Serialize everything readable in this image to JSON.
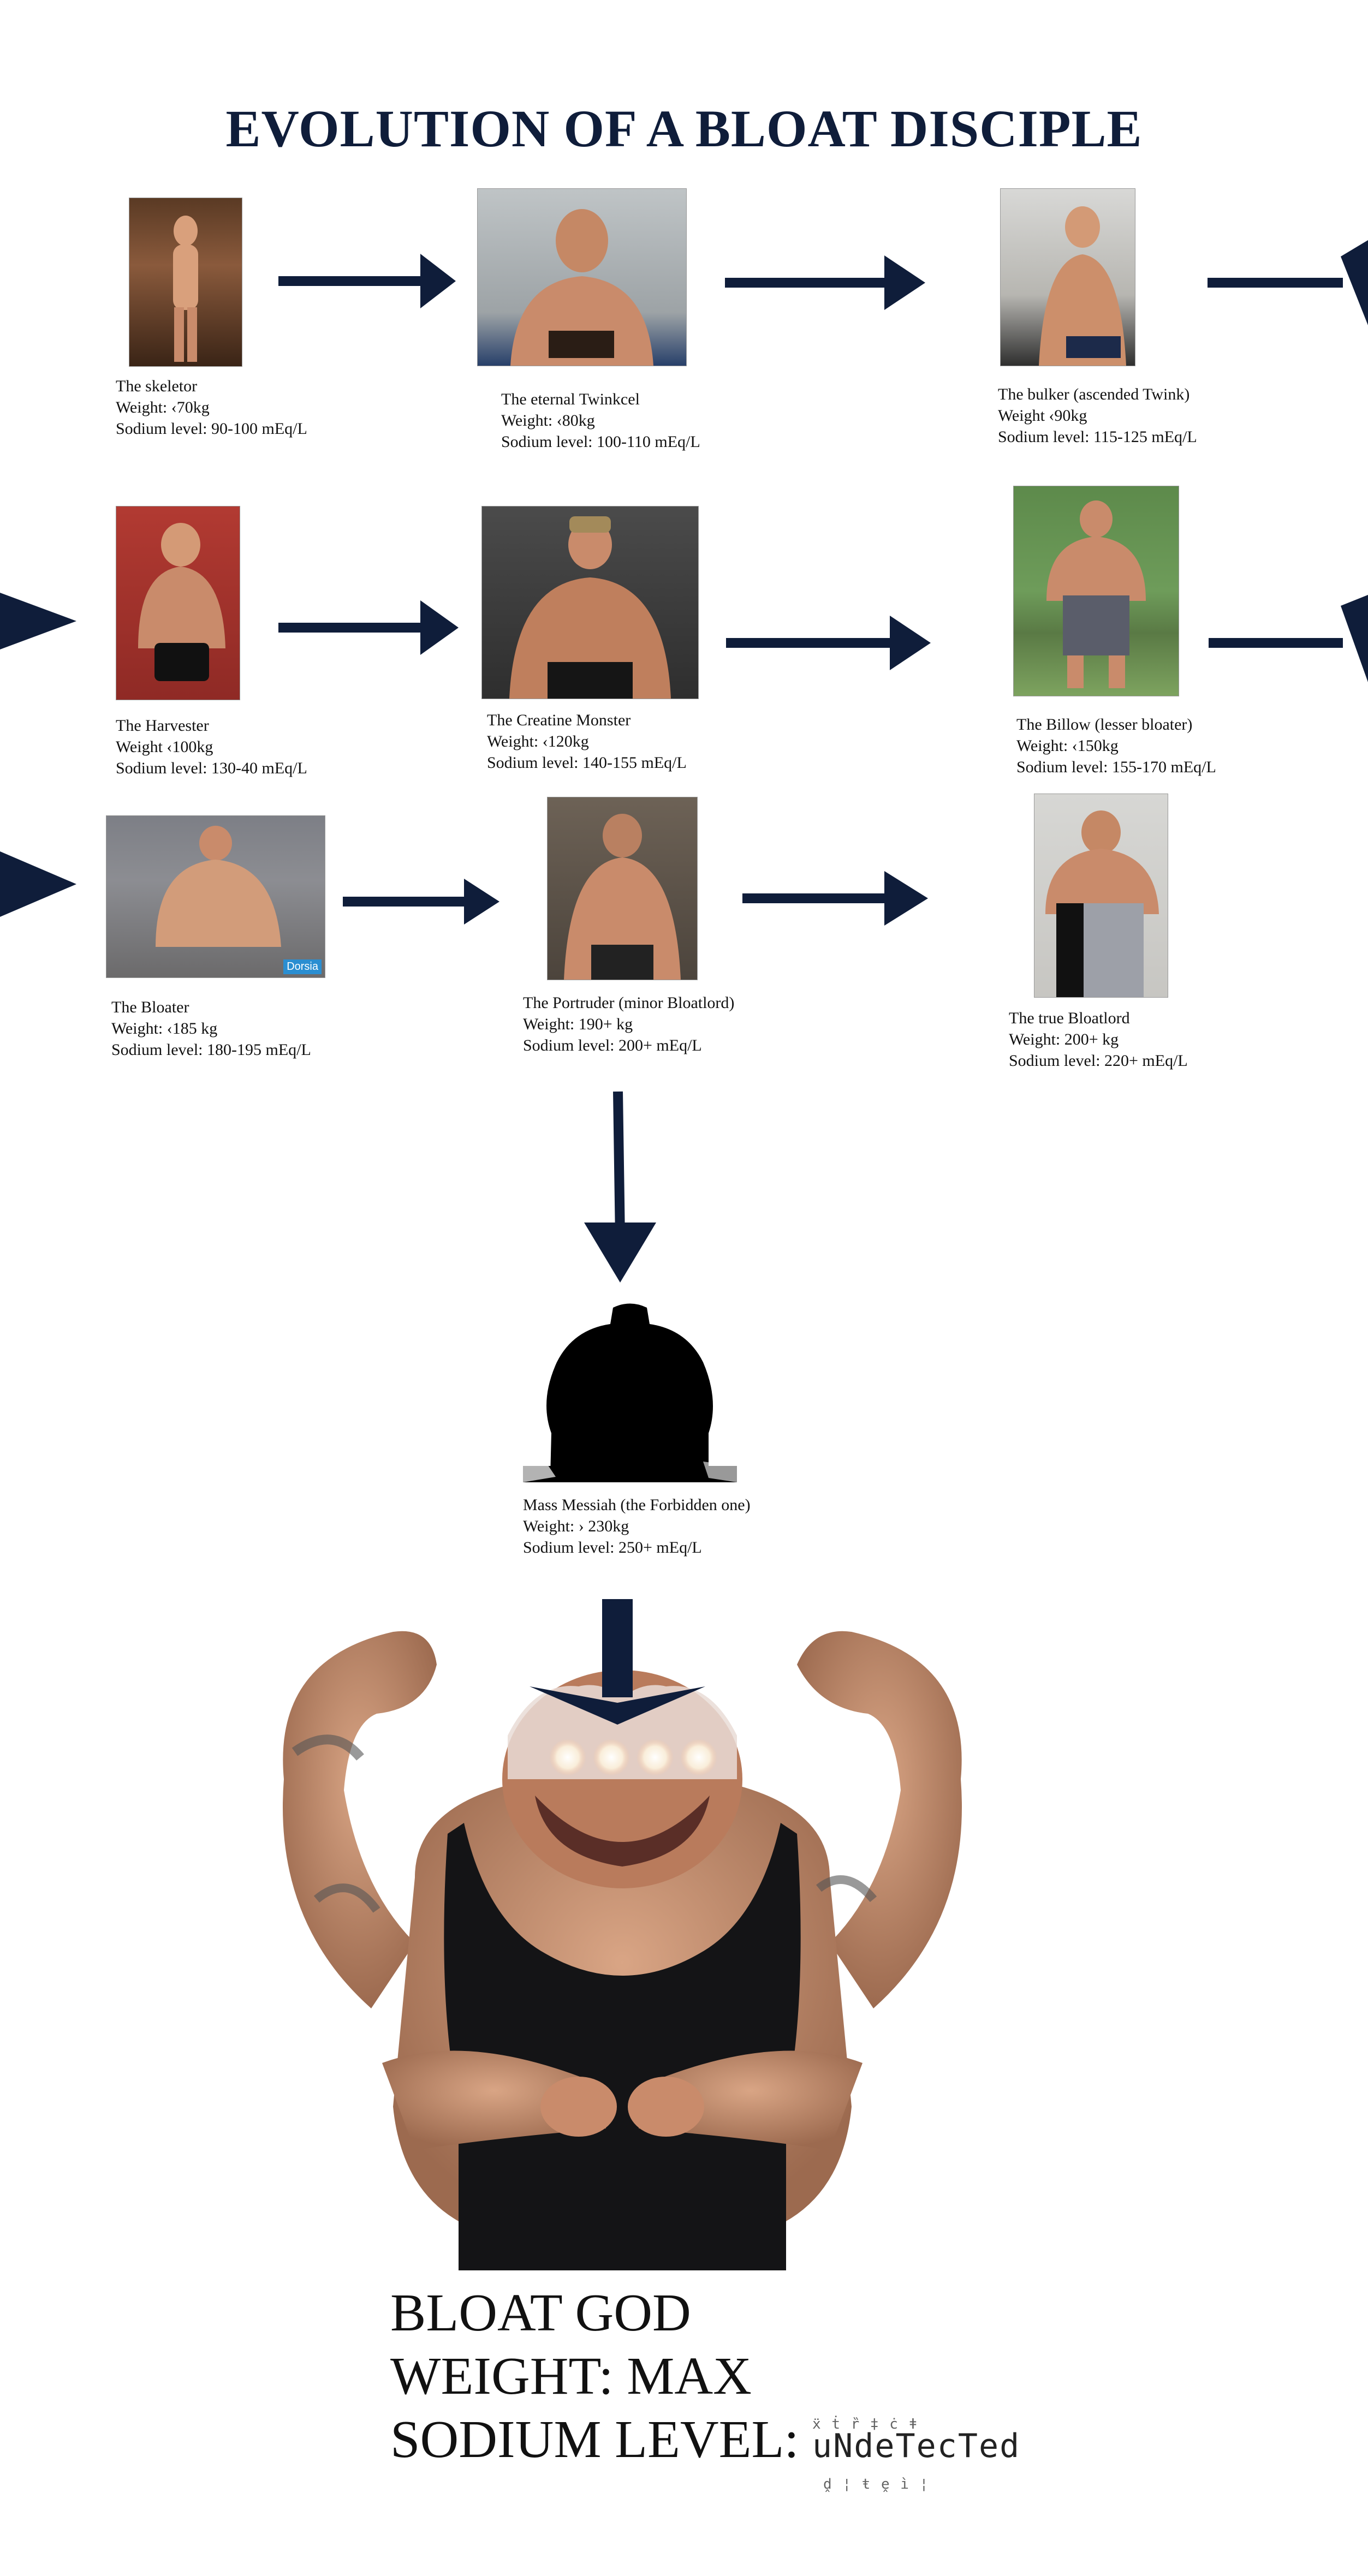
{
  "title": "EVOLUTION OF A BLOAT DISCIPLE",
  "stages": [
    {
      "name": "The skeletor",
      "weight": "Weight: ‹70kg",
      "sodium": "Sodium level: 90-100 mEq/L"
    },
    {
      "name": "The eternal Twinkcel",
      "weight": "Weight: ‹80kg",
      "sodium": "Sodium level: 100-110 mEq/L"
    },
    {
      "name": "The bulker (ascended Twink)",
      "weight": "Weight ‹90kg",
      "sodium": "Sodium level: 115-125 mEq/L"
    },
    {
      "name": "The Harvester",
      "weight": "Weight ‹100kg",
      "sodium": "Sodium level: 130-40 mEq/L"
    },
    {
      "name": "The Creatine Monster",
      "weight": "Weight: ‹120kg",
      "sodium": "Sodium level: 140-155 mEq/L"
    },
    {
      "name": "The Billow (lesser bloater)",
      "weight": "Weight: ‹150kg",
      "sodium": "Sodium level: 155-170 mEq/L"
    },
    {
      "name": "The Bloater",
      "weight": "Weight: ‹185 kg",
      "sodium": "Sodium level: 180-195 mEq/L"
    },
    {
      "name": "The Portruder (minor Bloatlord)",
      "weight": "Weight: 190+ kg",
      "sodium": "Sodium level: 200+ mEq/L"
    },
    {
      "name": "The true Bloatlord",
      "weight": "Weight: 200+ kg",
      "sodium": "Sodium level: 220+ mEq/L"
    },
    {
      "name": "Mass Messiah (the Forbidden one)",
      "weight": "Weight: › 230kg",
      "sodium": "Sodium level: 250+ mEq/L"
    }
  ],
  "watermark": "Dorsia",
  "god": {
    "line1": "BLOAT GOD",
    "line2": "WEIGHT: MAX",
    "line3_label": "SODIUM LEVEL:",
    "line3_value": "uNdeTecTed"
  },
  "colors": {
    "accent": "#0f1d3a",
    "skin": "#c98b6b",
    "bg": "#ffffff"
  }
}
